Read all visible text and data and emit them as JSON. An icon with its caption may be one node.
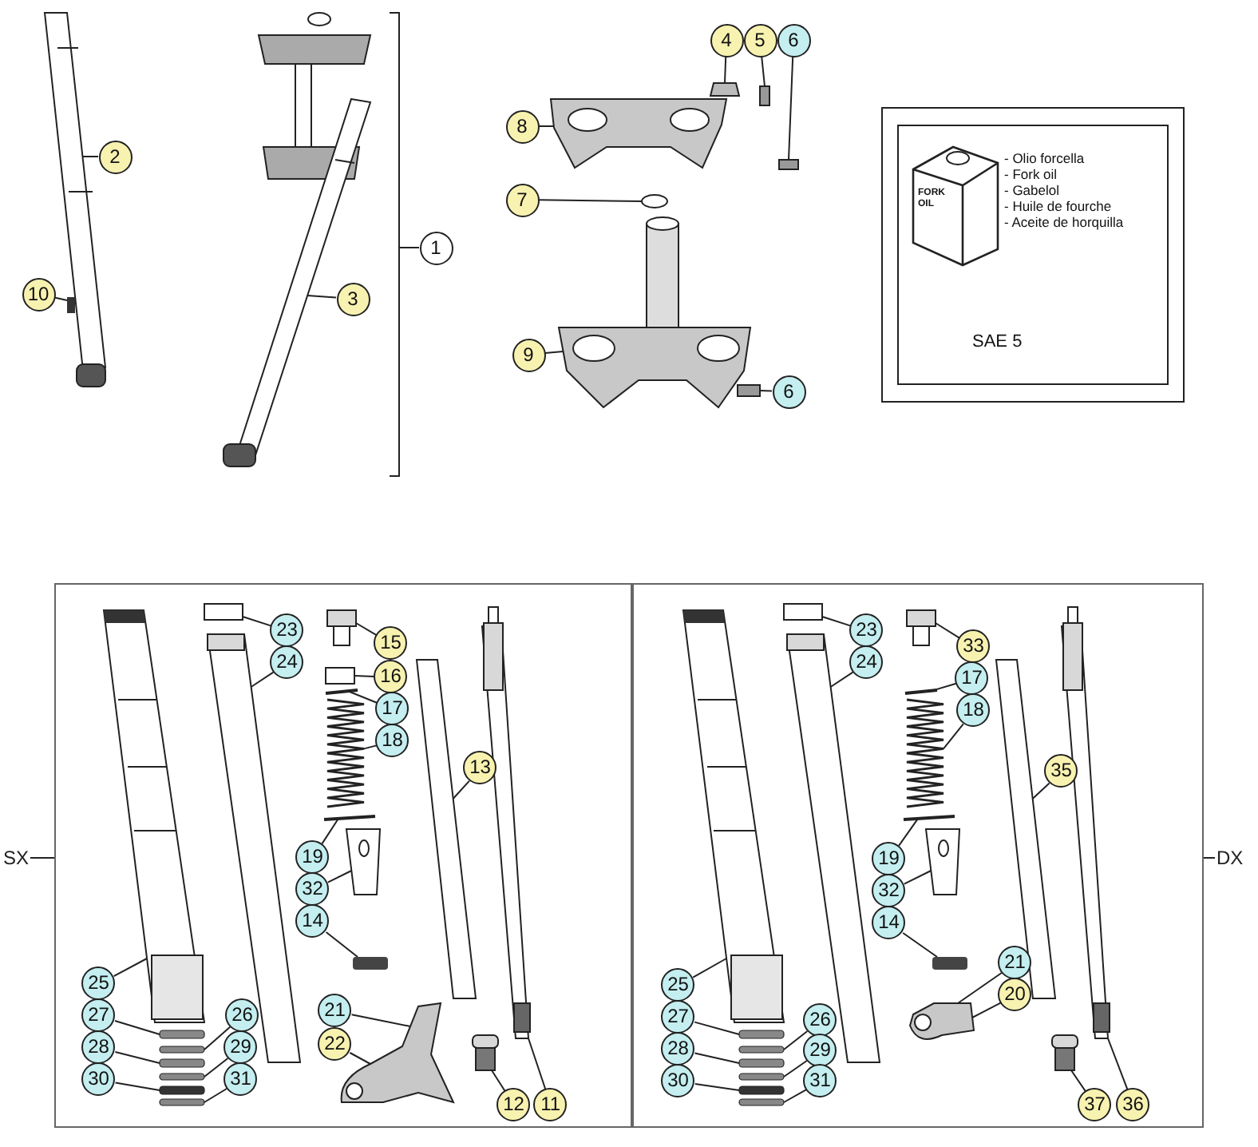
{
  "diagram": {
    "nodes": [
      {
        "text": [
          "2"
        ]
      },
      {
        "text": [
          "10"
        ]
      },
      {
        "text": [
          "1"
        ]
      },
      {
        "text": [
          "3"
        ]
      },
      {
        "text": [
          "4"
        ]
      },
      {
        "text": [
          "5"
        ]
      },
      {
        "text": [
          "6"
        ]
      },
      {
        "text": [
          "8"
        ]
      },
      {
        "text": [
          "7"
        ]
      },
      {
        "text": [
          "9"
        ]
      },
      {
        "text": [
          "6"
        ]
      },
      {
        "text": [
          "- Olio forcella",
          "- Fork oil",
          "- Gabelol",
          "- Huile de fourche",
          "- Aceite de horquilla",
          "SAE 5"
        ]
      },
      {
        "text": [
          "SX"
        ]
      },
      {
        "text": [],
        "shape": "box"
      },
      {
        "text": [
          "23"
        ],
        "in": 13
      },
      {
        "text": [
          "15"
        ],
        "in": 13
      },
      {
        "text": [
          "24"
        ],
        "in": 13
      },
      {
        "text": [
          "16"
        ],
        "in": 13
      },
      {
        "text": [
          "17"
        ],
        "in": 13
      },
      {
        "text": [
          "18"
        ],
        "in": 13
      },
      {
        "text": [
          "13"
        ],
        "in": 13
      },
      {
        "text": [
          "19"
        ],
        "in": 13
      },
      {
        "text": [
          "32"
        ],
        "in": 13
      },
      {
        "text": [
          "14"
        ],
        "in": 13
      },
      {
        "text": [
          "25"
        ],
        "in": 13
      },
      {
        "text": [
          "21"
        ],
        "in": 13
      },
      {
        "text": [
          "27"
        ],
        "in": 13
      },
      {
        "text": [
          "26"
        ],
        "in": 13
      },
      {
        "text": [
          "22"
        ],
        "in": 13
      },
      {
        "text": [
          "28"
        ],
        "in": 13
      },
      {
        "text": [
          "29"
        ],
        "in": 13
      },
      {
        "text": [
          "30"
        ],
        "in": 13
      },
      {
        "text": [
          "31"
        ],
        "in": 13
      },
      {
        "text": [
          "12"
        ],
        "in": 13
      },
      {
        "text": [
          "11"
        ],
        "in": 13
      },
      {
        "text": [],
        "shape": "box"
      },
      {
        "text": [
          "23"
        ],
        "in": 35
      },
      {
        "text": [
          "33"
        ],
        "in": 35
      },
      {
        "text": [
          "24"
        ],
        "in": 35
      },
      {
        "text": [
          "17"
        ],
        "in": 35
      },
      {
        "text": [
          "18"
        ],
        "in": 35
      },
      {
        "text": [
          "35"
        ],
        "in": 35
      },
      {
        "text": [
          "19"
        ],
        "in": 35
      },
      {
        "text": [
          "32"
        ],
        "in": 35
      },
      {
        "text": [
          "14"
        ],
        "in": 35
      },
      {
        "text": [
          "21"
        ],
        "in": 35
      },
      {
        "text": [
          "20"
        ],
        "in": 35
      },
      {
        "text": [
          "25"
        ],
        "in": 35
      },
      {
        "text": [
          "27"
        ],
        "in": 35
      },
      {
        "text": [
          "26"
        ],
        "in": 35
      },
      {
        "text": [
          "28"
        ],
        "in": 35
      },
      {
        "text": [
          "29"
        ],
        "in": 35
      },
      {
        "text": [
          "30"
        ],
        "in": 35
      },
      {
        "text": [
          "31"
        ],
        "in": 35
      },
      {
        "text": [
          "37"
        ],
        "in": 35
      },
      {
        "text": [
          "36"
        ],
        "in": 35
      },
      {
        "text": [
          "DX"
        ]
      },
      {
        "text": [],
        "shape": "picture"
      },
      {
        "text": [],
        "shape": "box"
      },
      {
        "text": [],
        "shape": "bracket"
      },
      {
        "text": [],
        "shape": "picture"
      },
      {
        "text": [],
        "shape": "box"
      },
      {
        "text": [],
        "shape": "box"
      },
      {
        "text": [],
        "shape": "box"
      },
      {
        "text": [],
        "shape": "picture"
      },
      {
        "text": [],
        "shape": "circle"
      },
      {
        "text": [],
        "shape": "picture"
      },
      {
        "text": [],
        "shape": "box"
      },
      {
        "text": [],
        "shape": "box",
        "in": 13
      },
      {
        "text": [],
        "shape": "picture",
        "in": 13
      },
      {
        "text": [],
        "shape": "picture",
        "in": 13
      },
      {
        "text": [],
        "shape": "box",
        "in": 13
      },
      {
        "text": [],
        "shape": "picture",
        "in": 13
      },
      {
        "text": [],
        "shape": "picture",
        "in": 13
      },
      {
        "text": [],
        "shape": "picture",
        "in": 13
      },
      {
        "text": [],
        "shape": "picture",
        "in": 13
      },
      {
        "text": [],
        "shape": "picture",
        "in": 13
      },
      {
        "text": [],
        "shape": "bar",
        "in": 13
      },
      {
        "text": [],
        "shape": "picture",
        "in": 13
      },
      {
        "text": [],
        "shape": "picture",
        "in": 13
      },
      {
        "text": [],
        "shape": "bar",
        "in": 13
      },
      {
        "text": [],
        "shape": "bar",
        "in": 13
      },
      {
        "text": [],
        "shape": "bar",
        "in": 13
      },
      {
        "text": [],
        "shape": "bar",
        "in": 13
      },
      {
        "text": [],
        "shape": "bar",
        "in": 13
      },
      {
        "text": [],
        "shape": "bar",
        "in": 13
      },
      {
        "text": [],
        "shape": "picture",
        "in": 13
      },
      {
        "text": [],
        "shape": "picture",
        "in": 13
      },
      {
        "text": [],
        "shape": "box",
        "in": 35
      },
      {
        "text": [],
        "shape": "picture",
        "in": 35
      },
      {
        "text": [],
        "shape": "picture",
        "in": 35
      },
      {
        "text": [],
        "shape": "picture",
        "in": 35
      },
      {
        "text": [],
        "shape": "picture",
        "in": 35
      },
      {
        "text": [],
        "shape": "picture",
        "in": 35
      },
      {
        "text": [],
        "shape": "picture",
        "in": 35
      },
      {
        "text": [],
        "shape": "picture",
        "in": 35
      },
      {
        "text": [],
        "shape": "bar",
        "in": 35
      },
      {
        "text": [],
        "shape": "picture",
        "in": 35
      },
      {
        "text": [],
        "shape": "picture",
        "in": 35
      },
      {
        "text": [],
        "shape": "bar",
        "in": 35
      },
      {
        "text": [],
        "shape": "bar",
        "in": 35
      },
      {
        "text": [],
        "shape": "bar",
        "in": 35
      },
      {
        "text": [],
        "shape": "bar",
        "in": 35
      },
      {
        "text": [],
        "shape": "bar",
        "in": 35
      },
      {
        "text": [],
        "shape": "bar",
        "in": 35
      },
      {
        "text": [],
        "shape": "picture",
        "in": 35
      },
      {
        "text": [],
        "shape": "picture",
        "in": 35
      }
    ],
    "edges": [
      {
        "from": 0,
        "to": 57,
        "arrow": "none"
      },
      {
        "from": 1,
        "to": 58,
        "arrow": "none"
      },
      {
        "from": 2,
        "to": 59,
        "arrow": "none"
      },
      {
        "from": 3,
        "to": 60,
        "arrow": "none"
      },
      {
        "from": 4,
        "to": 61,
        "arrow": "none"
      },
      {
        "from": 5,
        "to": 62,
        "arrow": "none"
      },
      {
        "from": 6,
        "to": 63,
        "arrow": "none"
      },
      {
        "from": 7,
        "to": 64,
        "arrow": "none"
      },
      {
        "from": 8,
        "to": 65,
        "arrow": "none"
      },
      {
        "from": 9,
        "to": 66,
        "arrow": "none"
      },
      {
        "from": 10,
        "to": 67,
        "arrow": "none"
      },
      {
        "from": 12,
        "to": 13,
        "arrow": "none"
      },
      {
        "from": 14,
        "to": 68,
        "arrow": "none"
      },
      {
        "from": 15,
        "to": 69,
        "arrow": "none"
      },
      {
        "from": 16,
        "to": 70,
        "arrow": "none"
      },
      {
        "from": 17,
        "to": 71,
        "arrow": "none"
      },
      {
        "from": 18,
        "to": 72,
        "arrow": "none"
      },
      {
        "from": 19,
        "to": 73,
        "arrow": "none"
      },
      {
        "from": 20,
        "to": 74,
        "arrow": "none"
      },
      {
        "from": 21,
        "to": 75,
        "arrow": "none"
      },
      {
        "from": 22,
        "to": 76,
        "arrow": "none"
      },
      {
        "from": 23,
        "to": 77,
        "arrow": "none"
      },
      {
        "from": 24,
        "to": 78,
        "arrow": "none"
      },
      {
        "from": 25,
        "to": 79,
        "arrow": "none"
      },
      {
        "from": 26,
        "to": 80,
        "arrow": "none"
      },
      {
        "from": 27,
        "to": 81,
        "arrow": "none"
      },
      {
        "from": 28,
        "to": 79,
        "arrow": "none"
      },
      {
        "from": 29,
        "to": 82,
        "arrow": "none"
      },
      {
        "from": 30,
        "to": 83,
        "arrow": "none"
      },
      {
        "from": 31,
        "to": 84,
        "arrow": "none"
      },
      {
        "from": 32,
        "to": 85,
        "arrow": "none"
      },
      {
        "from": 33,
        "to": 86,
        "arrow": "none"
      },
      {
        "from": 34,
        "to": 87,
        "arrow": "none"
      },
      {
        "from": 36,
        "to": 88,
        "arrow": "none"
      },
      {
        "from": 37,
        "to": 89,
        "arrow": "none"
      },
      {
        "from": 38,
        "to": 90,
        "arrow": "none"
      },
      {
        "from": 39,
        "to": 91,
        "arrow": "none"
      },
      {
        "from": 40,
        "to": 92,
        "arrow": "none"
      },
      {
        "from": 41,
        "to": 93,
        "arrow": "none"
      },
      {
        "from": 42,
        "to": 94,
        "arrow": "none"
      },
      {
        "from": 43,
        "to": 95,
        "arrow": "none"
      },
      {
        "from": 44,
        "to": 96,
        "arrow": "none"
      },
      {
        "from": 45,
        "to": 97,
        "arrow": "none"
      },
      {
        "from": 46,
        "to": 97,
        "arrow": "none"
      },
      {
        "from": 47,
        "to": 98,
        "arrow": "none"
      },
      {
        "from": 48,
        "to": 99,
        "arrow": "none"
      },
      {
        "from": 49,
        "to": 100,
        "arrow": "none"
      },
      {
        "from": 50,
        "to": 101,
        "arrow": "none"
      },
      {
        "from": 51,
        "to": 102,
        "arrow": "none"
      },
      {
        "from": 52,
        "to": 103,
        "arrow": "none"
      },
      {
        "from": 53,
        "to": 104,
        "arrow": "none"
      },
      {
        "from": 54,
        "to": 105,
        "arrow": "none"
      },
      {
        "from": 55,
        "to": 106,
        "arrow": "none"
      },
      {
        "from": 56,
        "to": 35,
        "arrow": "none"
      }
    ],
    "labels": [
      "FORK OIL"
    ]
  }
}
